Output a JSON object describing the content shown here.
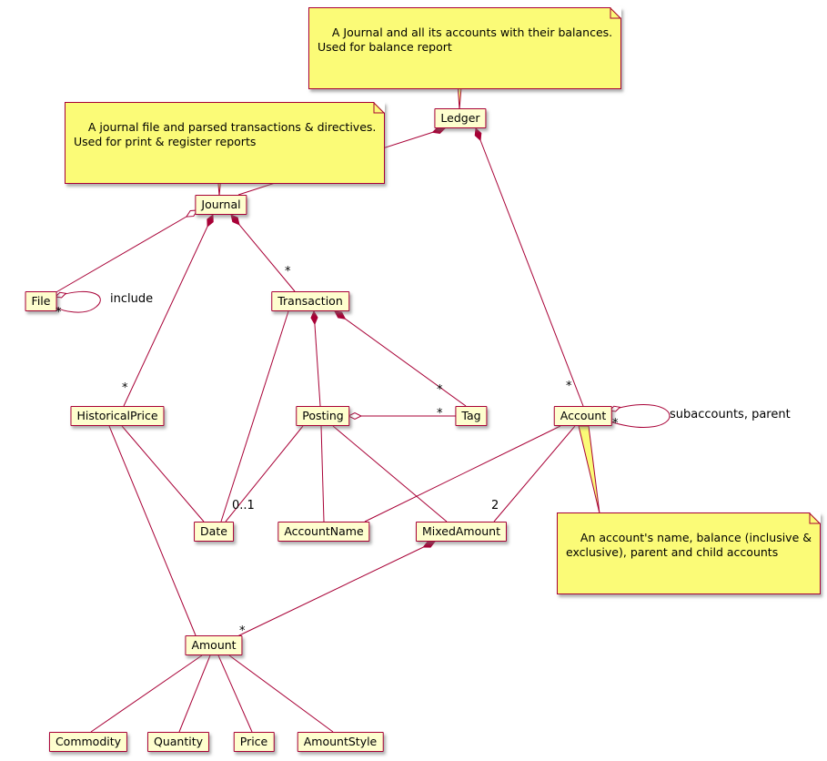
{
  "colors": {
    "node_fill": "#FEFECE",
    "node_border": "#A80036",
    "note_fill": "#FBFB77",
    "edge": "#A80036",
    "background": "#FFFFFF"
  },
  "nodes": [
    {
      "id": "ledger",
      "label": "Ledger"
    },
    {
      "id": "journal",
      "label": "Journal"
    },
    {
      "id": "file",
      "label": "File"
    },
    {
      "id": "transaction",
      "label": "Transaction"
    },
    {
      "id": "historical-price",
      "label": "HistoricalPrice"
    },
    {
      "id": "posting",
      "label": "Posting"
    },
    {
      "id": "tag",
      "label": "Tag"
    },
    {
      "id": "account",
      "label": "Account"
    },
    {
      "id": "date",
      "label": "Date"
    },
    {
      "id": "account-name",
      "label": "AccountName"
    },
    {
      "id": "mixed-amount",
      "label": "MixedAmount"
    },
    {
      "id": "amount",
      "label": "Amount"
    },
    {
      "id": "commodity",
      "label": "Commodity"
    },
    {
      "id": "quantity",
      "label": "Quantity"
    },
    {
      "id": "price",
      "label": "Price"
    },
    {
      "id": "amount-style",
      "label": "AmountStyle"
    }
  ],
  "notes": [
    {
      "id": "note-ledger",
      "text": "A Journal and all its accounts with their balances.\nUsed for balance report"
    },
    {
      "id": "note-journal",
      "text": "A journal file and parsed transactions & directives.\nUsed for print & register reports"
    },
    {
      "id": "note-account",
      "text": "An account's name, balance (inclusive &\nexclusive), parent and child accounts"
    }
  ],
  "edges": [
    {
      "from": "Ledger",
      "to": "Journal",
      "type": "composition"
    },
    {
      "from": "Ledger",
      "to": "Account",
      "type": "composition",
      "multiplicity": "*"
    },
    {
      "from": "Journal",
      "to": "File",
      "type": "aggregation"
    },
    {
      "from": "File",
      "to": "File",
      "type": "aggregation",
      "multiplicity": "*",
      "label": "include"
    },
    {
      "from": "Journal",
      "to": "Transaction",
      "type": "composition",
      "multiplicity": "*"
    },
    {
      "from": "Journal",
      "to": "HistoricalPrice",
      "type": "composition",
      "multiplicity": "*"
    },
    {
      "from": "Transaction",
      "to": "Posting",
      "type": "composition"
    },
    {
      "from": "Transaction",
      "to": "Tag",
      "type": "composition",
      "multiplicity": "*"
    },
    {
      "from": "Transaction",
      "to": "Date",
      "type": "association",
      "multiplicity": "0..1"
    },
    {
      "from": "Posting",
      "to": "Tag",
      "type": "aggregation",
      "multiplicity": "*"
    },
    {
      "from": "Posting",
      "to": "Date",
      "type": "association"
    },
    {
      "from": "Posting",
      "to": "AccountName",
      "type": "association"
    },
    {
      "from": "Posting",
      "to": "MixedAmount",
      "type": "association"
    },
    {
      "from": "HistoricalPrice",
      "to": "Date",
      "type": "association"
    },
    {
      "from": "HistoricalPrice",
      "to": "Amount",
      "type": "association"
    },
    {
      "from": "Account",
      "to": "Account",
      "type": "aggregation",
      "multiplicity": "*",
      "label": "subaccounts, parent"
    },
    {
      "from": "Account",
      "to": "AccountName",
      "type": "association"
    },
    {
      "from": "Account",
      "to": "MixedAmount",
      "type": "association",
      "multiplicity": "2"
    },
    {
      "from": "MixedAmount",
      "to": "Amount",
      "type": "composition",
      "multiplicity": "*"
    },
    {
      "from": "Amount",
      "to": "Commodity",
      "type": "association"
    },
    {
      "from": "Amount",
      "to": "Quantity",
      "type": "association"
    },
    {
      "from": "Amount",
      "to": "Price",
      "type": "association"
    },
    {
      "from": "Amount",
      "to": "AmountStyle",
      "type": "association"
    }
  ]
}
